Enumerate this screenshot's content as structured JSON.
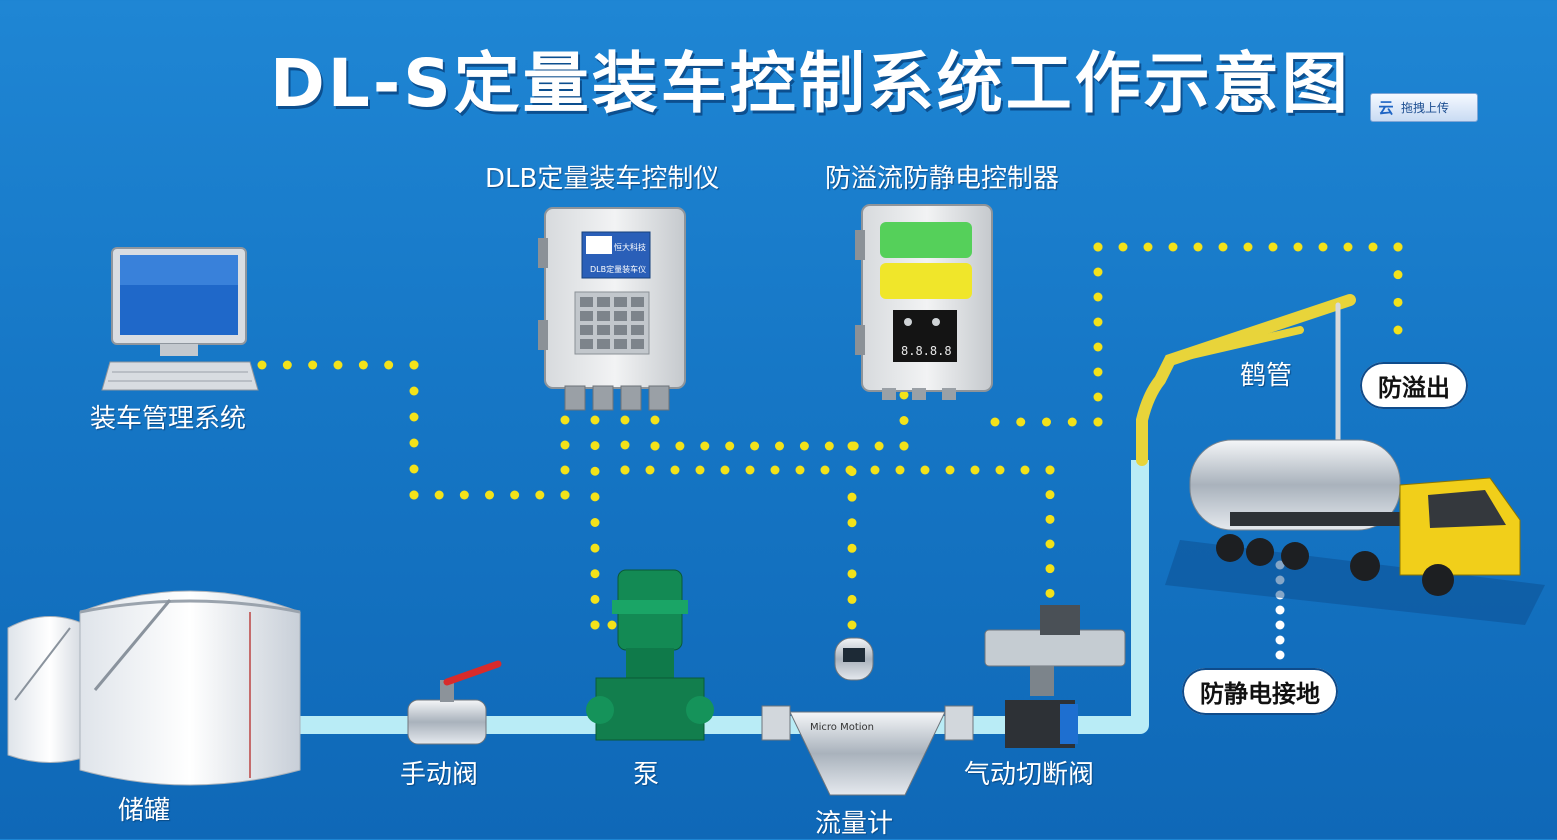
{
  "title": "DL-S定量装车控制系统工作示意图",
  "upload": {
    "icon": "cloud-icon",
    "icon_text": "云",
    "label": "拖拽上传"
  },
  "labels": {
    "controller": "DLB定量装车控制仪",
    "overflow_ctrl": "防溢流防静电控制器",
    "mgmt": "装车管理系统",
    "crane": "鹤管",
    "tank": "储罐",
    "manual_valve": "手动阀",
    "pump": "泵",
    "flowmeter": "流量计",
    "pneumatic_valve": "气动切断阀"
  },
  "bubbles": {
    "overflow": "防溢出",
    "ground": "防静电接地"
  },
  "device": {
    "brand": "恒大科技",
    "model": "DLB定量装车仪",
    "display": "8.8.8.8",
    "meter_brand": "Micro Motion"
  },
  "colors": {
    "pipe": "#b9ecf6",
    "dots": "#f3e21a",
    "ground_dots": "#ffffff"
  }
}
